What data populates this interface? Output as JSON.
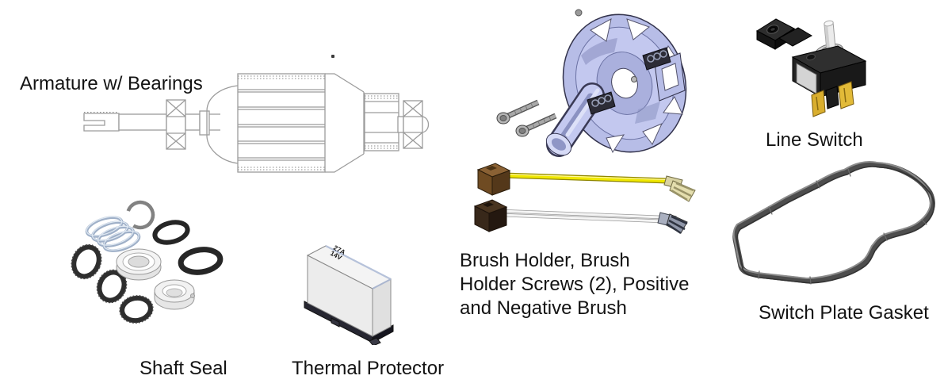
{
  "figure": {
    "type": "exploded-parts-diagram",
    "parts": [
      {
        "key": "armature",
        "label": "Armature w/ Bearings"
      },
      {
        "key": "shaft_seal",
        "label": "Shaft Seal"
      },
      {
        "key": "thermal_protector",
        "label": "Thermal Protector",
        "markings": {
          "amps": "27A",
          "volts": "14V"
        }
      },
      {
        "key": "brush_assembly",
        "label": "Brush Holder, Brush Holder Screws (2), Positive and Negative Brush",
        "label_lines": [
          "Brush Holder, Brush",
          "Holder Screws (2), Positive",
          "and Negative Brush"
        ]
      },
      {
        "key": "line_switch",
        "label": "Line Switch"
      },
      {
        "key": "switch_plate_gasket",
        "label": "Switch Plate Gasket"
      }
    ],
    "colors": {
      "text": "#131313",
      "cad_line": "#9c9c9c",
      "holder_body": "#b7bde7",
      "holder_shade": "#868dbd",
      "positive_wire_yellow": "#f0e800",
      "negative_wire_white": "#f4f4f4",
      "brush_block_brown": "#6f4b22",
      "brush_block_dark_brown": "#38281a",
      "terminal_cream": "#d8d2a2",
      "switch_body_black": "#232323",
      "terminal_gold": "#d9ae2e",
      "gasket_gray": "#4d4d4d",
      "oring_black": "#262626",
      "seal_white": "#f4f4f4",
      "spring_steel_blue": "#9fb0c8"
    }
  }
}
